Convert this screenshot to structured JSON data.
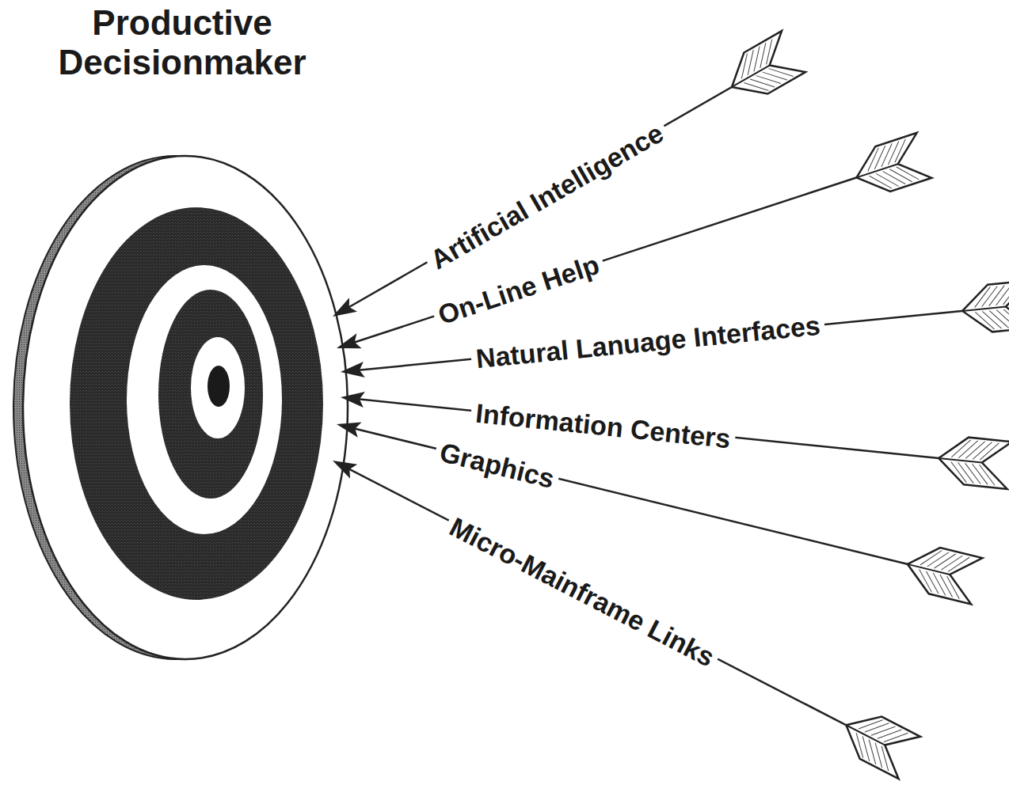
{
  "diagram": {
    "nodes": [
      {
        "text": [
          "Productive Decisionmaker"
        ]
      }
    ],
    "labels": [
      "Artificial Intelligence",
      "On-Line Help",
      "Natural Lanuage Interfaces",
      "Information Centers",
      "Graphics",
      "Micro-Mainframe Links"
    ]
  }
}
